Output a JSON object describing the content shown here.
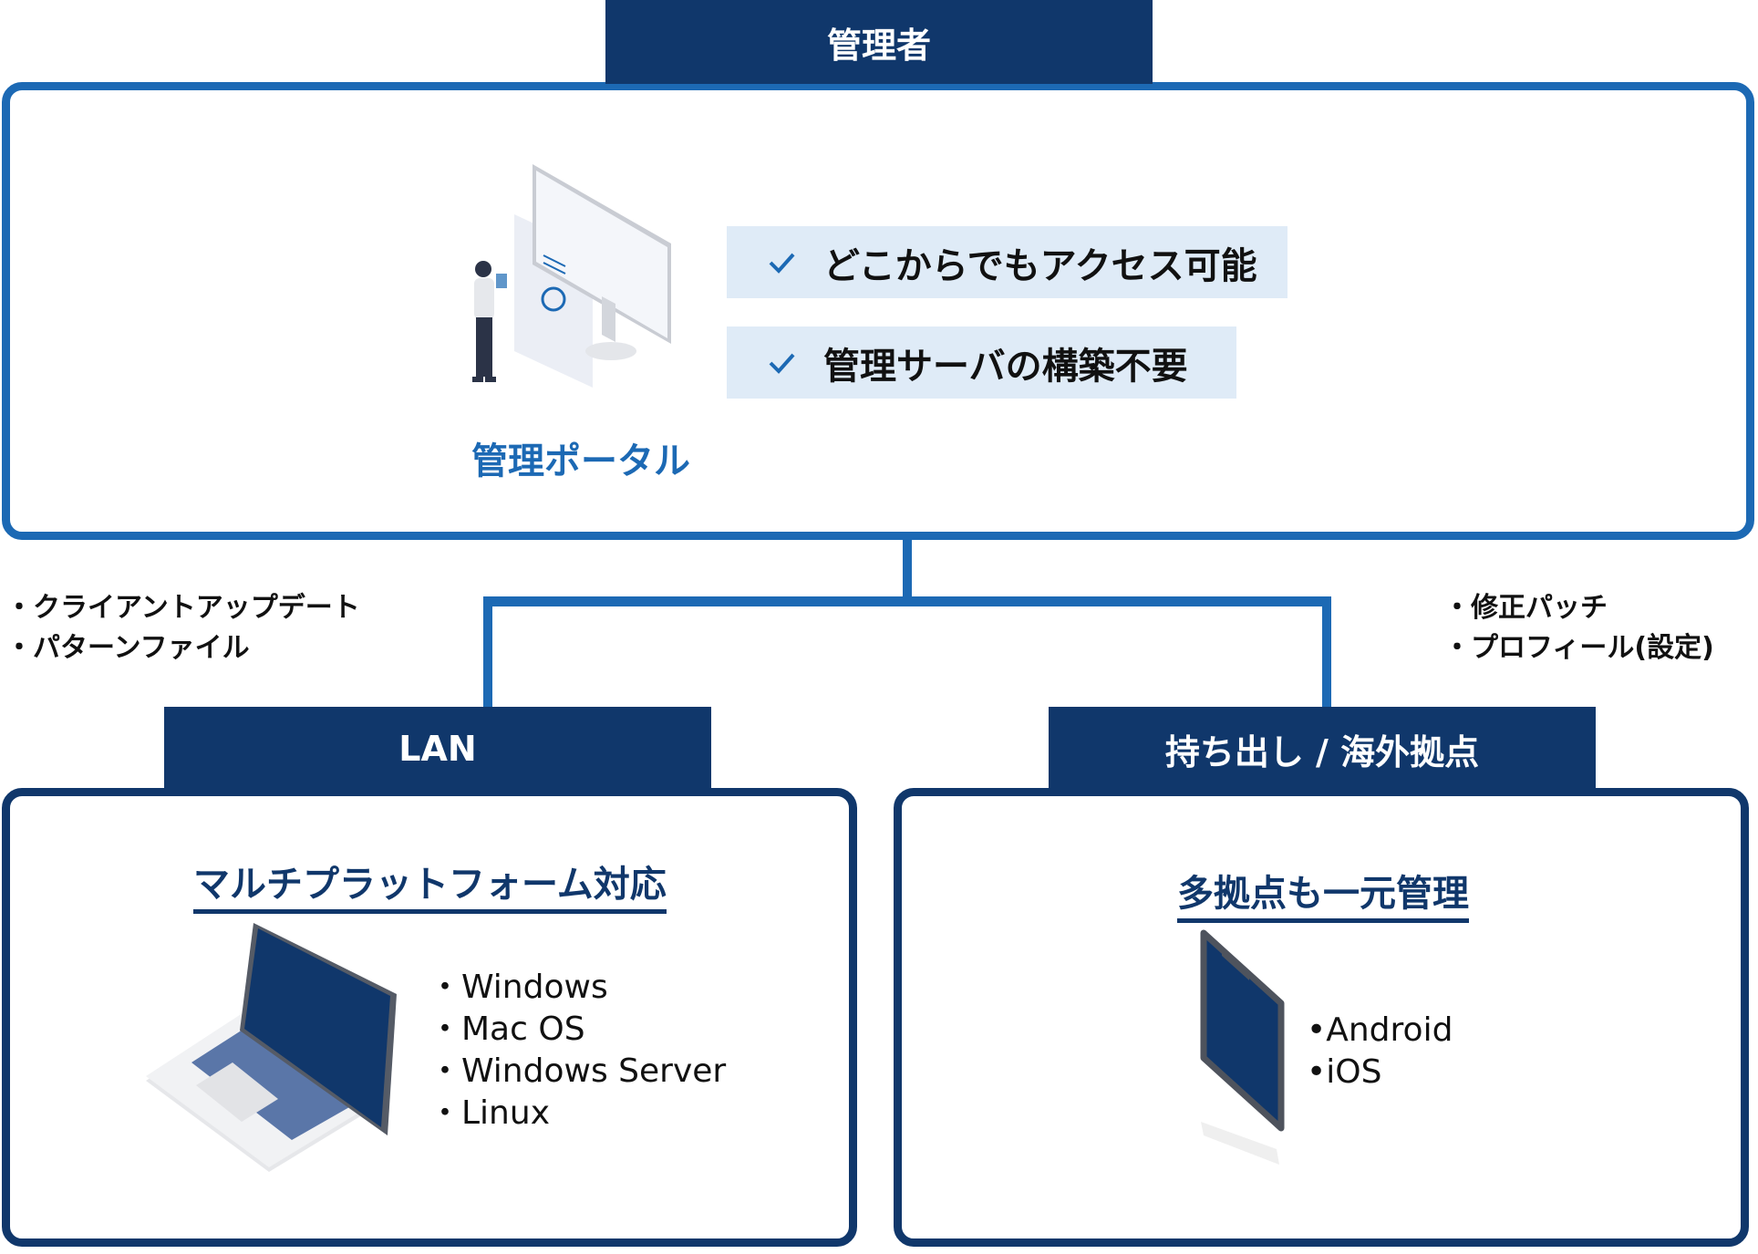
{
  "admin": {
    "tab_label": "管理者",
    "portal_label": "管理ポータル",
    "features": [
      {
        "icon": "check-icon",
        "text": "どこからでもアクセス可能"
      },
      {
        "icon": "check-icon",
        "text": "管理サーバの構築不要"
      }
    ]
  },
  "left_updates": [
    "・クライアントアップデート",
    "・パターンファイル"
  ],
  "right_updates": [
    "・修正パッチ",
    "・プロフィール(設定)"
  ],
  "lan": {
    "tab_label": "LAN",
    "heading": "マルチプラットフォーム対応",
    "os_list": [
      "・Windows",
      "・Mac OS",
      "・Windows Server",
      "・Linux"
    ]
  },
  "remote": {
    "tab_label": "持ち出し / 海外拠点",
    "heading": "多拠点も一元管理",
    "os_list": [
      "•Android",
      "•iOS"
    ]
  },
  "colors": {
    "navy": "#10376b",
    "blue": "#1c69b4",
    "feature_bg": "#dfebf7"
  }
}
